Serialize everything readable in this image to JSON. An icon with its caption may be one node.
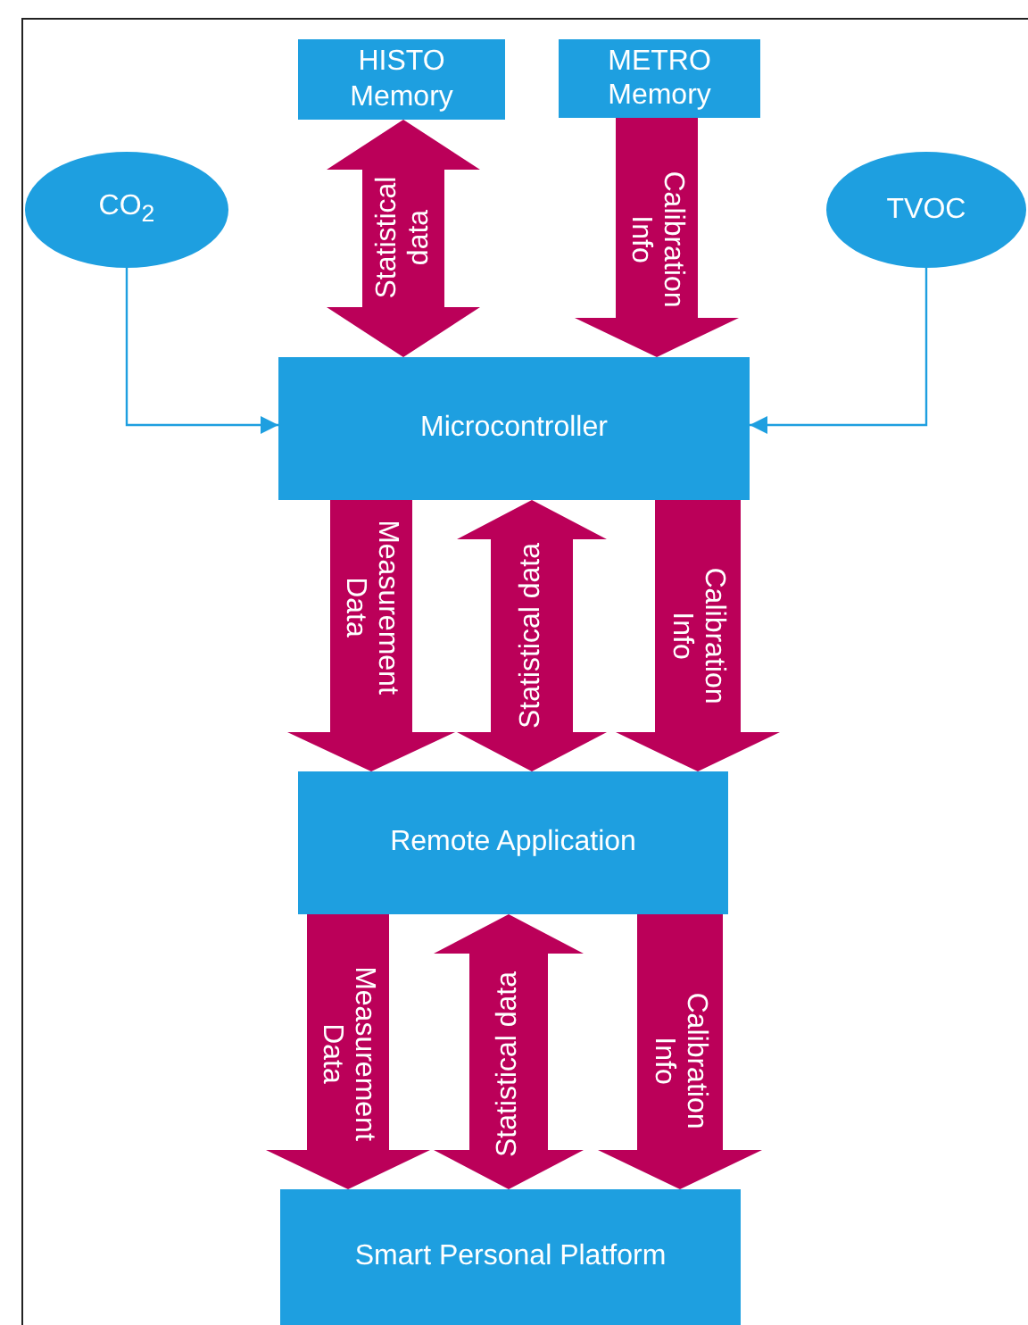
{
  "diagram": {
    "nodes": [
      {
        "text": [
          "HISTO Memory"
        ]
      },
      {
        "text": [
          "METRO Memory"
        ]
      },
      {
        "text": [
          "CO$_{2}$"
        ]
      },
      {
        "text": [
          "TVOC"
        ]
      },
      {
        "text": [
          "Microcontroller"
        ]
      },
      {
        "text": [
          "Remote Application"
        ]
      },
      {
        "text": [
          "Smart Personal Platform"
        ]
      }
    ],
    "edges": [
      {
        "from": 0,
        "to": 4,
        "arrow": "both",
        "label": "Statistical data",
        "style": "thick"
      },
      {
        "from": 1,
        "to": 4,
        "arrow": "to",
        "label": "Calibration Info",
        "style": "thick"
      },
      {
        "from": 2,
        "to": 4,
        "arrow": "to",
        "color": "#1e9fe0"
      },
      {
        "from": 3,
        "to": 4,
        "arrow": "to",
        "color": "#1e9fe0"
      },
      {
        "from": 4,
        "to": 5,
        "arrow": "to",
        "label": "Measurement Data",
        "style": "thick"
      },
      {
        "from": 4,
        "to": 5,
        "arrow": "both",
        "label": "Statistical data",
        "style": "thick"
      },
      {
        "from": 4,
        "to": 5,
        "arrow": "to",
        "label": "Calibration Info",
        "style": "thick"
      },
      {
        "from": 5,
        "to": 6,
        "arrow": "to",
        "label": "Measurement Data",
        "style": "thick"
      },
      {
        "from": 5,
        "to": 6,
        "arrow": "both",
        "label": "Statistical data",
        "style": "thick"
      },
      {
        "from": 5,
        "to": 6,
        "arrow": "to",
        "label": "Calibration Info",
        "style": "thick"
      }
    ]
  }
}
